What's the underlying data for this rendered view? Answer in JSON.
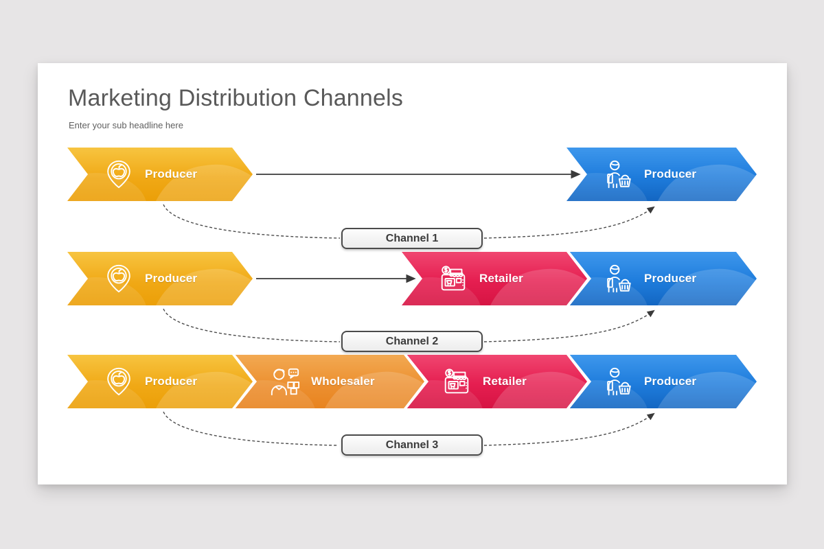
{
  "slide": {
    "title": "Marketing Distribution Channels",
    "subtitle": "Enter your sub headline here"
  },
  "colors": {
    "producer_yellow": "#F0A815",
    "wholesaler_orange": "#EC8F2F",
    "retailer_red": "#E51E50",
    "consumer_blue": "#1E7CDC",
    "connector_gray": "#4a4a4a",
    "background_gray": "#e7e5e6"
  },
  "channels": [
    {
      "label": "Channel 1",
      "steps": [
        {
          "label": "Producer",
          "icon": "apple-pin-icon",
          "color": "#F0A815"
        },
        {
          "label": "Producer",
          "icon": "consumer-basket-icon",
          "color": "#1E7CDC"
        }
      ]
    },
    {
      "label": "Channel 2",
      "steps": [
        {
          "label": "Producer",
          "icon": "apple-pin-icon",
          "color": "#F0A815"
        },
        {
          "label": "Retailer",
          "icon": "retailer-store-icon",
          "color": "#E51E50"
        },
        {
          "label": "Producer",
          "icon": "consumer-basket-icon",
          "color": "#1E7CDC"
        }
      ]
    },
    {
      "label": "Channel 3",
      "steps": [
        {
          "label": "Producer",
          "icon": "apple-pin-icon",
          "color": "#F0A815"
        },
        {
          "label": "Wholesaler",
          "icon": "wholesaler-icon",
          "color": "#EC8F2F"
        },
        {
          "label": "Retailer",
          "icon": "retailer-store-icon",
          "color": "#E51E50"
        },
        {
          "label": "Producer",
          "icon": "consumer-basket-icon",
          "color": "#1E7CDC"
        }
      ]
    }
  ]
}
